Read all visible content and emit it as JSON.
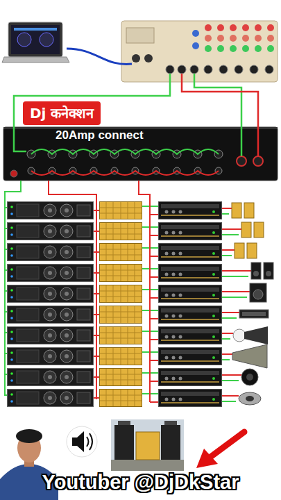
{
  "diagram": {
    "title": "Dj कनेक्शन",
    "caption": "Youtuber @DjDkStar",
    "nodes": [
      {
        "text": [
          "20Amp connect"
        ]
      }
    ]
  }
}
